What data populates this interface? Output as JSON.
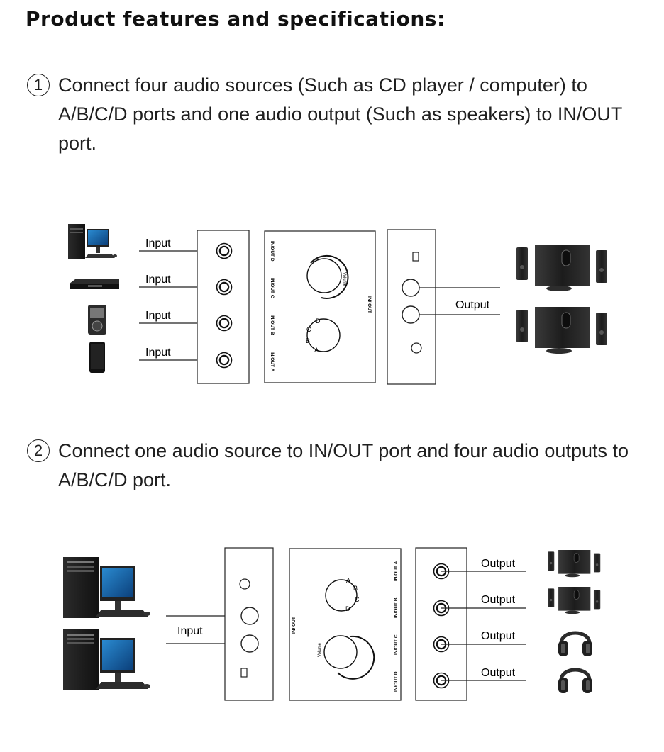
{
  "title": "Product features and specifications:",
  "step1": {
    "number": "1",
    "text": "Connect four audio sources (Such as CD player / computer) to A/B/C/D ports and one audio output (Such as speakers) to IN/OUT port.",
    "input_labels": [
      "Input",
      "Input",
      "Input",
      "Input"
    ],
    "output_label": "Output"
  },
  "step2": {
    "number": "2",
    "text": "Connect one audio source to IN/OUT port and four audio outputs to A/B/C/D port.",
    "input_label": "Input",
    "output_labels": [
      "Output",
      "Output",
      "Output",
      "Output"
    ]
  },
  "panel": {
    "port_labels": [
      "IN/OUT D",
      "IN/OUT C",
      "IN/OUT B",
      "IN/OUT A"
    ],
    "port_labels_alt": [
      "IN/OUT A",
      "IN/OUT B",
      "IN/OUT C",
      "IN/OUT D"
    ],
    "inout_label": "IN/ OUT",
    "volume_label": "Volume",
    "selector_letters": [
      "A",
      "B",
      "C",
      "D"
    ]
  },
  "icons": {
    "sources1": [
      "desktop-computer-icon",
      "dvd-player-icon",
      "mp3-player-icon",
      "smartphone-icon"
    ],
    "outputs1": [
      "speaker-system-icon",
      "speaker-system-icon"
    ],
    "sources2": [
      "desktop-computer-icon",
      "desktop-computer-icon"
    ],
    "outputs2": [
      "speaker-system-icon",
      "speaker-system-icon",
      "headphones-icon",
      "headphones-icon"
    ]
  }
}
